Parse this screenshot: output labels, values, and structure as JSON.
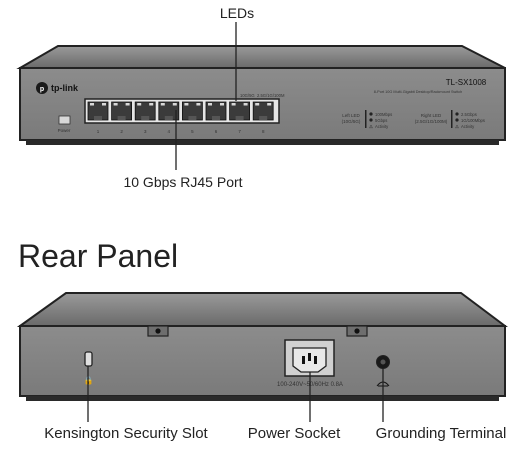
{
  "front": {
    "callouts": {
      "leds": "LEDs",
      "port": "10 Gbps RJ45 Port"
    },
    "brand": "tp-link",
    "model": "TL-SX1008",
    "description": "8-Port 10G Multi-Gigabit Desktop/Rackmount Switch",
    "power_label": "Power",
    "speed_label": "10G/5G  2.5G/1G/100M",
    "port_numbers": [
      "1",
      "2",
      "3",
      "4",
      "5",
      "6",
      "7",
      "8"
    ],
    "left_led": {
      "title": "Left LED",
      "subtitle": "(10G/5G)",
      "items": [
        "100Mbps",
        "5Gbps",
        "Activity"
      ]
    },
    "right_led": {
      "title": "Right LED",
      "subtitle": "(2.5G/1G/100M)",
      "items": [
        "2.5Gbps",
        "1G/100Mbps",
        "Activity"
      ]
    }
  },
  "rear": {
    "section_title": "Rear Panel",
    "power_rating": "100-240V~50/60Hz 0.8A",
    "callouts": {
      "kensington": "Kensington Security Slot",
      "power": "Power Socket",
      "ground": "Grounding Terminal"
    }
  },
  "colors": {
    "panel_dark": "#3a3a3a",
    "chassis_edge": "#2a2a2a",
    "port_green": "#8ec63f"
  }
}
